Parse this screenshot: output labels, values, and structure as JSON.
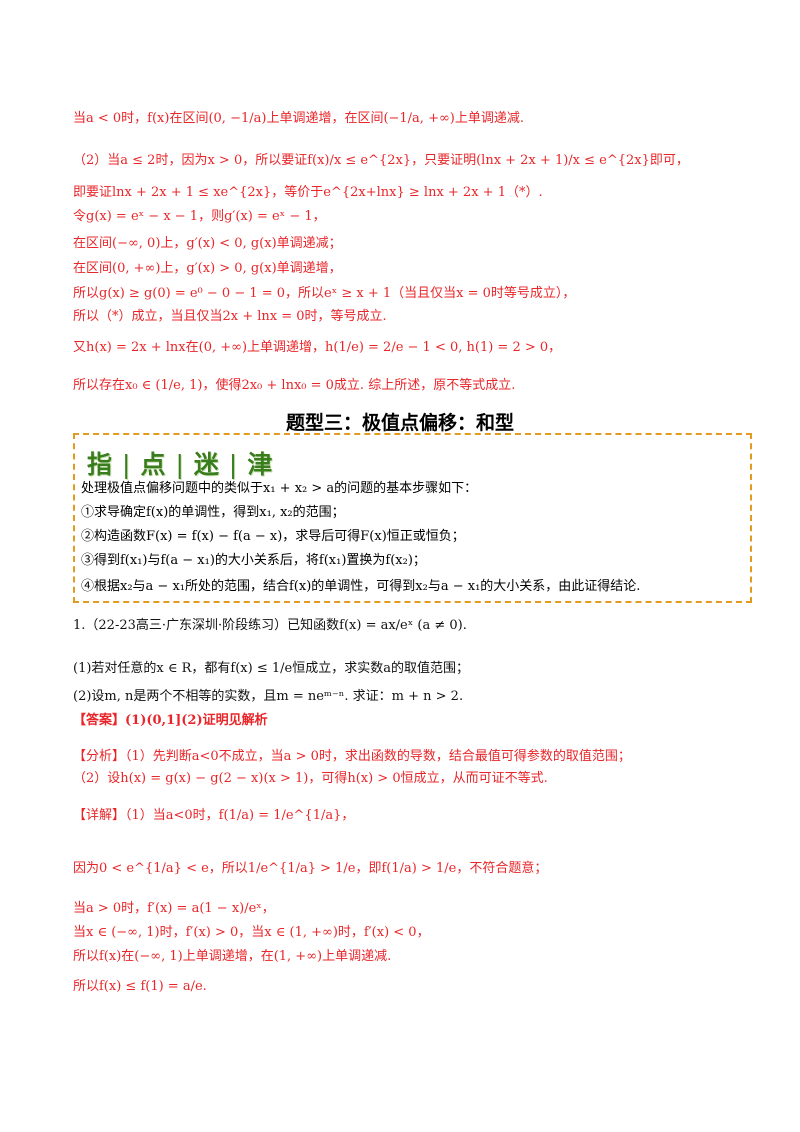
{
  "lines_top": [
    "当a < 0时，f(x)在区间(0, −1/a)上单调递增，在区间(−1/a, +∞)上单调递减.",
    "（2）当a ≤ 2时，因为x > 0，所以要证f(x)/x ≤ e^{2x}，只要证明(lnx + 2x + 1)/x ≤ e^{2x}即可，",
    "即要证lnx + 2x + 1 ≤ xe^{2x}，等价于e^{2x+lnx} ≥ lnx + 2x + 1（*）.",
    "令g(x) = eˣ − x − 1，则g′(x) = eˣ − 1，",
    "在区间(−∞, 0)上，g′(x) < 0, g(x)单调递减；",
    "在区间(0, +∞)上，g′(x) > 0, g(x)单调递增，",
    "所以g(x) ≥ g(0) = e⁰ − 0 − 1 = 0，所以eˣ ≥ x + 1（当且仅当x = 0时等号成立），",
    "所以（*）成立，当且仅当2x + lnx = 0时，等号成立.",
    "又h(x) = 2x + lnx在(0, +∞)上单调递增，h(1/e) = 2/e − 1 < 0, h(1) = 2 > 0，",
    "所以存在x₀ ∈ (1/e, 1)，使得2x₀ + lnx₀ = 0成立. 综上所述，原不等式成立."
  ],
  "section_title": "题型三：极值点偏移：和型",
  "tipbox": {
    "banner": [
      "指",
      "点",
      "迷",
      "津"
    ],
    "lines": [
      "处理极值点偏移问题中的类似于x₁ + x₂ > a的问题的基本步骤如下：",
      "①求导确定f(x)的单调性，得到x₁, x₂的范围；",
      "②构造函数F(x) = f(x) − f(a − x)，求导后可得F(x)恒正或恒负；",
      "③得到f(x₁)与f(a − x₁)的大小关系后，将f(x₁)置换为f(x₂)；",
      "④根据x₂与a − x₁所处的范围，结合f(x)的单调性，可得到x₂与a − x₁的大小关系，由此证得结论."
    ]
  },
  "problem": {
    "stem": "1.（22-23高三·广东深圳·阶段练习）已知函数f(x) = ax/eˣ (a ≠ 0).",
    "part1": "(1)若对任意的x ∈ R，都有f(x) ≤ 1/e恒成立，求实数a的取值范围；",
    "part2": "(2)设m, n是两个不相等的实数，且m = neᵐ⁻ⁿ. 求证：m + n > 2.",
    "answer": "【答案】(1)(0,1](2)证明见解析",
    "analysis_1": "【分析】（1）先判断a<0不成立，当a > 0时，求出函数的导数，结合最值可得参数的取值范围；",
    "analysis_2": "（2）设h(x) = g(x) − g(2 − x)(x > 1)，可得h(x) > 0恒成立，从而可证不等式.",
    "detail_lines": [
      "【详解】（1）当a<0时，f(1/a) = 1/e^{1/a}，",
      "因为0 < e^{1/a} < e，所以1/e^{1/a} > 1/e，即f(1/a) > 1/e，不符合题意；",
      "当a > 0时，f′(x) = a(1 − x)/eˣ，",
      "当x ∈ (−∞, 1)时，f′(x) > 0，当x ∈ (1, +∞)时，f′(x) < 0，",
      "所以f(x)在(−∞, 1)上单调递增，在(1, +∞)上单调递减.",
      "所以f(x) ≤ f(1) = a/e."
    ]
  },
  "colors": {
    "text_red": "#e8262a",
    "box_border": "#e39b1f",
    "banner_green": "#3a7d1e"
  }
}
